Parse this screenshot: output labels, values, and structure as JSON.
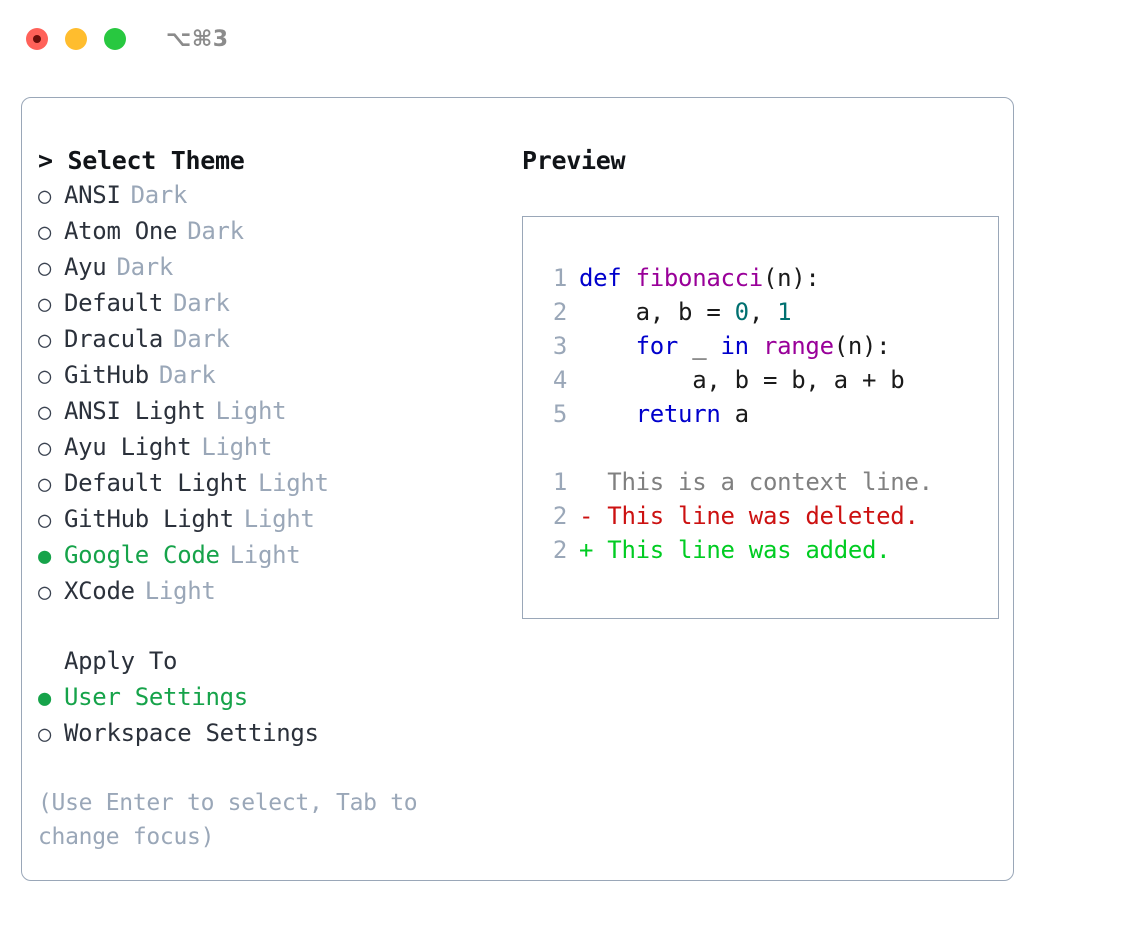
{
  "window": {
    "shortcut_hint": "⌥⌘3",
    "traffic_lights": [
      {
        "name": "close",
        "color": "#ff6159"
      },
      {
        "name": "minimize",
        "color": "#ffbd2e"
      },
      {
        "name": "maximize",
        "color": "#28c840"
      }
    ]
  },
  "accent": {
    "green": "#16a34a",
    "muted": "#9aa7b8",
    "text": "#2b313b",
    "border": "#9aa7b8"
  },
  "theme_list": {
    "header": "> Select Theme",
    "items": [
      {
        "label": "ANSI",
        "tag": "Dark",
        "bullet": "○",
        "selected": false
      },
      {
        "label": "Atom One",
        "tag": "Dark",
        "bullet": "○",
        "selected": false
      },
      {
        "label": "Ayu",
        "tag": "Dark",
        "bullet": "○",
        "selected": false
      },
      {
        "label": "Default",
        "tag": "Dark",
        "bullet": "○",
        "selected": false
      },
      {
        "label": "Dracula",
        "tag": "Dark",
        "bullet": "○",
        "selected": false
      },
      {
        "label": "GitHub",
        "tag": "Dark",
        "bullet": "○",
        "selected": false
      },
      {
        "label": "ANSI Light",
        "tag": "Light",
        "bullet": "○",
        "selected": false
      },
      {
        "label": "Ayu Light",
        "tag": "Light",
        "bullet": "○",
        "selected": false
      },
      {
        "label": "Default Light",
        "tag": "Light",
        "bullet": "○",
        "selected": false
      },
      {
        "label": "GitHub Light",
        "tag": "Light",
        "bullet": "○",
        "selected": false
      },
      {
        "label": "Google Code",
        "tag": "Light",
        "bullet": "●",
        "selected": true
      },
      {
        "label": "XCode",
        "tag": "Light",
        "bullet": "○",
        "selected": false
      }
    ]
  },
  "apply_to": {
    "header": "Apply To",
    "items": [
      {
        "label": "User Settings",
        "bullet": "●",
        "selected": true
      },
      {
        "label": "Workspace Settings",
        "bullet": "○",
        "selected": false
      }
    ]
  },
  "hint": "(Use Enter to select, Tab to change focus)",
  "preview": {
    "header": "Preview",
    "code_lines": [
      {
        "num": "1",
        "tokens": [
          {
            "t": "def ",
            "c": "kw"
          },
          {
            "t": "fibonacci",
            "c": "fn"
          },
          {
            "t": "(n):",
            "c": "plain"
          }
        ]
      },
      {
        "num": "2",
        "tokens": [
          {
            "t": "    a, b = ",
            "c": "plain"
          },
          {
            "t": "0",
            "c": "num"
          },
          {
            "t": ", ",
            "c": "plain"
          },
          {
            "t": "1",
            "c": "num"
          }
        ]
      },
      {
        "num": "3",
        "tokens": [
          {
            "t": "    ",
            "c": "plain"
          },
          {
            "t": "for",
            "c": "kw"
          },
          {
            "t": " _ ",
            "c": "plain"
          },
          {
            "t": "in",
            "c": "kw"
          },
          {
            "t": " ",
            "c": "plain"
          },
          {
            "t": "range",
            "c": "fn"
          },
          {
            "t": "(n):",
            "c": "plain"
          }
        ]
      },
      {
        "num": "4",
        "tokens": [
          {
            "t": "        a, b = b, a + b",
            "c": "plain"
          }
        ]
      },
      {
        "num": "5",
        "tokens": [
          {
            "t": "    ",
            "c": "plain"
          },
          {
            "t": "return",
            "c": "kw"
          },
          {
            "t": " a",
            "c": "plain"
          }
        ]
      }
    ],
    "diff_lines": [
      {
        "num": "1",
        "marker": " ",
        "text": " This is a context line.",
        "kind": "ctx"
      },
      {
        "num": "2",
        "marker": "-",
        "text": " This line was deleted.",
        "kind": "del"
      },
      {
        "num": "2",
        "marker": "+",
        "text": " This line was added.",
        "kind": "add"
      }
    ]
  }
}
